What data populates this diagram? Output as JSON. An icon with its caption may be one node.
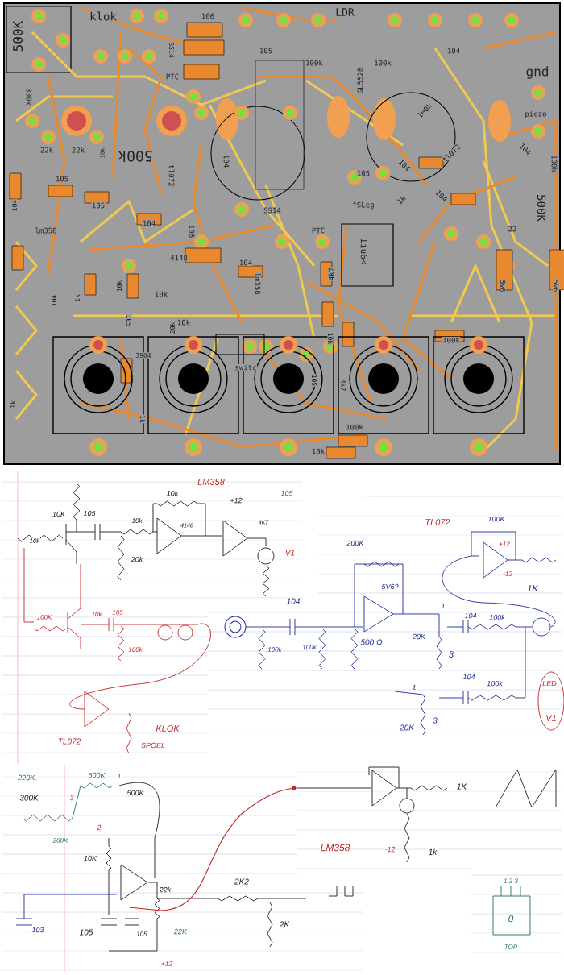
{
  "diagram": {
    "labels": [
      "500K",
      "klok",
      "106",
      "SS14",
      "PTC",
      "105",
      "LDR",
      "100k",
      "100k",
      "104",
      "GL5528",
      "gnd",
      "piezo",
      "300k",
      "22k",
      "22k",
      "10k",
      "500k",
      "tl072",
      "104",
      "100k",
      "tl072",
      "104",
      "1k",
      "104",
      "104",
      "100k",
      "105",
      "^SLeg",
      "500K",
      "22",
      "105",
      "105",
      "104",
      "104",
      "lm358",
      "106",
      "SS14",
      "PTC",
      "Iiu6<",
      "4148",
      "104",
      "lm358",
      "4k7",
      "104",
      "1k",
      "10k",
      "10k",
      "105",
      "20k",
      "10k",
      "3904",
      "switc",
      "10k",
      "105",
      "4k7",
      "100k",
      "5v6",
      "5v6",
      "100k",
      "10k",
      "1k",
      "1k",
      "LM358",
      "10k",
      "+12",
      "105",
      "10K",
      "105",
      "10k",
      "4148",
      "4K7",
      "TL072",
      "100K",
      "10k",
      "V1",
      "200K",
      "+12",
      "20k",
      "5V6?",
      "-12",
      "1K",
      "100K",
      "10k",
      "105",
      "104",
      "1",
      "104",
      "100k",
      "100k",
      "100k",
      "100k",
      "500 Ω",
      "20K",
      "3",
      "1",
      "104",
      "100k",
      "LED",
      "KLOK",
      "20K",
      "3",
      "V1",
      "TL072",
      "SPOEL",
      "220K.",
      "500K",
      "1",
      "1K",
      "300K",
      "3",
      "500K",
      "2",
      "200K",
      "10K",
      "LM358",
      "-12",
      "1k",
      "22k",
      "2K2",
      "1 2 3",
      "103",
      "105",
      "105",
      "22K",
      "2K",
      "0",
      "TOP",
      "+12"
    ]
  }
}
